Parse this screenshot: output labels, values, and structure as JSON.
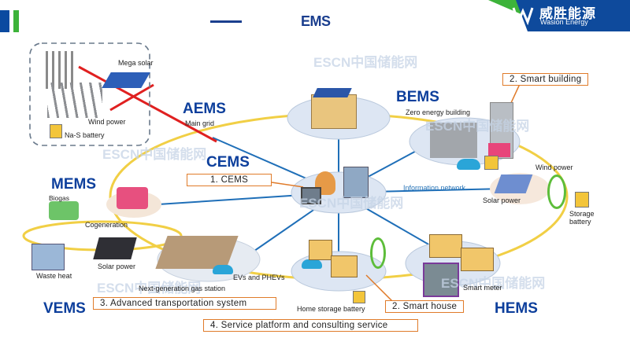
{
  "header": {
    "title_prefix_dash": "——",
    "title": "EMS",
    "brand_name_cn": "威胜能源",
    "brand_name_en": "Wasion Energy",
    "accent_colors": {
      "blue": "#0a4aa0",
      "green": "#3db33a"
    }
  },
  "regions": {
    "aems": {
      "label": "AEMS",
      "sub": "Main grid"
    },
    "bems": {
      "label": "BEMS",
      "sub": "Zero energy building"
    },
    "cems": {
      "label": "CEMS"
    },
    "mems": {
      "label": "MEMS"
    },
    "vems": {
      "label": "VEMS"
    },
    "hems": {
      "label": "HEMS"
    }
  },
  "callouts": {
    "cems": "1. CEMS",
    "smart_building": "2. Smart building",
    "smart_house": "2. Smart house",
    "transport": "3. Advanced transportation system",
    "service": "4. Service platform and consulting service"
  },
  "labels": {
    "mega_solar": "Mega solar",
    "wind_power_grid": "Wind power",
    "nas_battery": "Na-S battery",
    "wind_power": "Wind power",
    "solar_power_right": "Solar power",
    "storage_battery_1": "Storage",
    "storage_battery_2": "battery",
    "information_network": "Information network",
    "biogas": "Biogas",
    "cogeneration": "Cogeneration",
    "waste_heat": "Waste heat",
    "solar_power_left": "Solar power",
    "evs": "EVs and PHEVs",
    "gas_station": "Next-generation gas station",
    "home_storage": "Home storage battery",
    "smart_meter": "Smart meter"
  },
  "watermark": "ESCN中国储能网"
}
